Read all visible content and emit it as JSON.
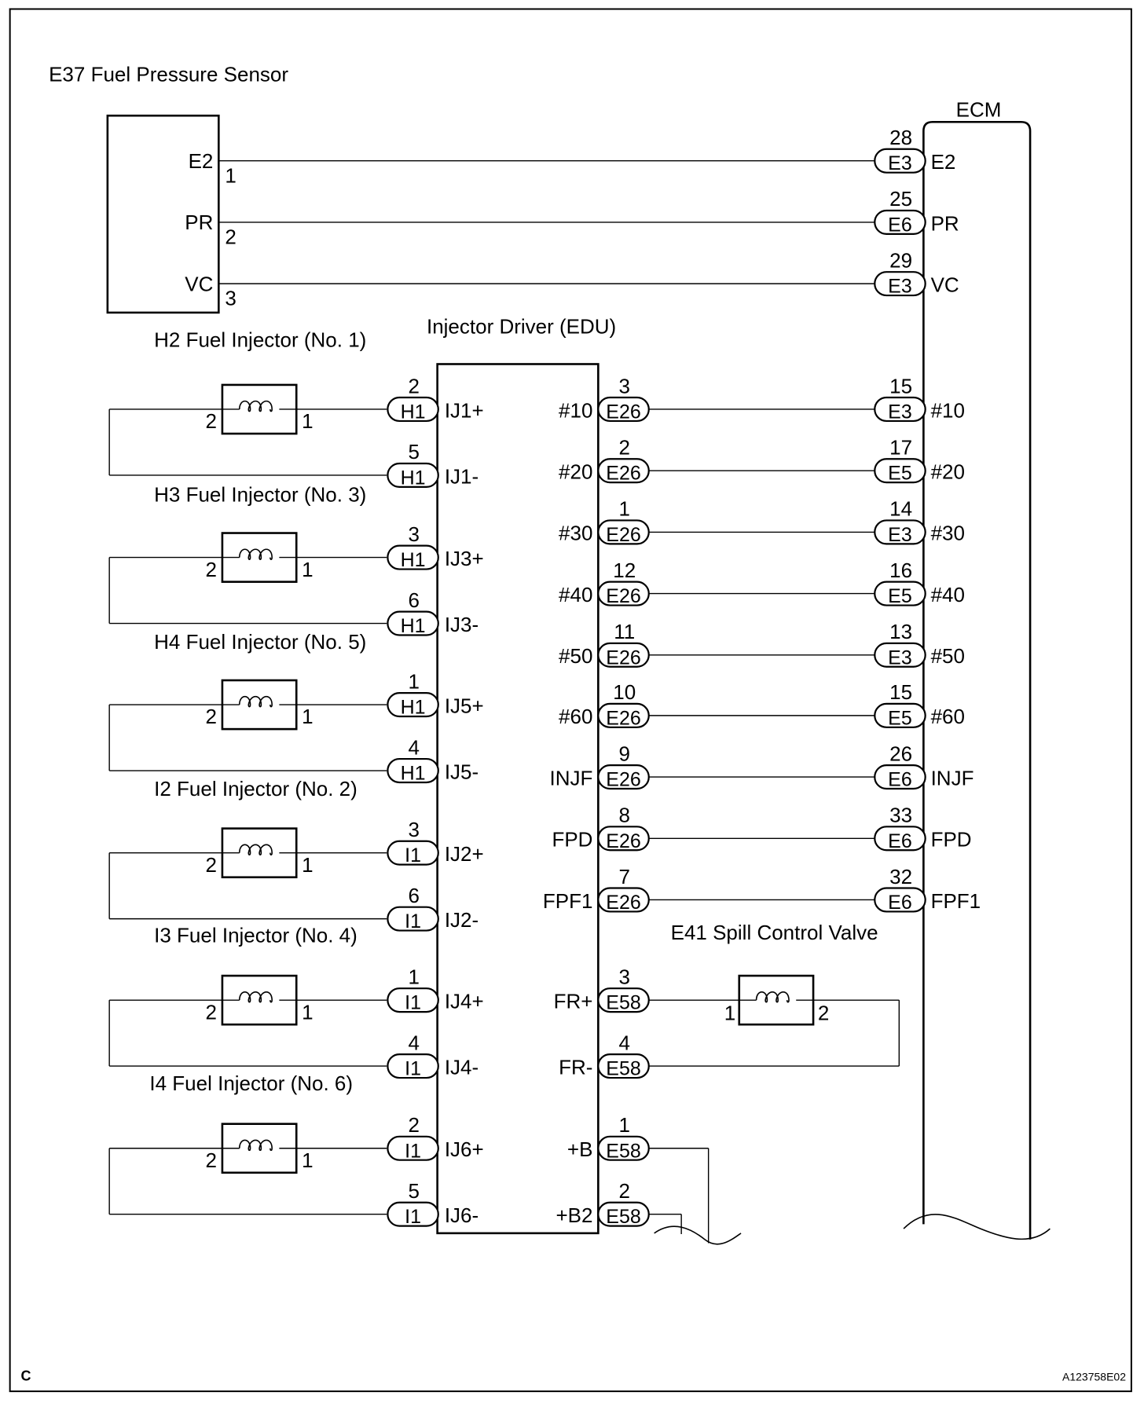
{
  "diagram": {
    "ecm_label": "ECM",
    "edu_label": "Injector Driver (EDU)",
    "sensor": {
      "title": "E37 Fuel Pressure Sensor",
      "pins": [
        {
          "name": "E2",
          "num": "1"
        },
        {
          "name": "PR",
          "num": "2"
        },
        {
          "name": "VC",
          "num": "3"
        }
      ]
    },
    "sensor_to_ecm": [
      {
        "ecm_pin": "28",
        "connector": "E3",
        "terminal": "E2"
      },
      {
        "ecm_pin": "25",
        "connector": "E6",
        "terminal": "PR"
      },
      {
        "ecm_pin": "29",
        "connector": "E3",
        "terminal": "VC"
      }
    ],
    "injectors": [
      {
        "title": "H2 Fuel Injector (No. 1)",
        "coil_left": "2",
        "coil_right": "1",
        "plus": {
          "pin": "2",
          "connector": "H1",
          "terminal": "IJ1+"
        },
        "minus": {
          "pin": "5",
          "connector": "H1",
          "terminal": "IJ1-"
        }
      },
      {
        "title": "H3 Fuel Injector (No. 3)",
        "coil_left": "2",
        "coil_right": "1",
        "plus": {
          "pin": "3",
          "connector": "H1",
          "terminal": "IJ3+"
        },
        "minus": {
          "pin": "6",
          "connector": "H1",
          "terminal": "IJ3-"
        }
      },
      {
        "title": "H4 Fuel Injector (No. 5)",
        "coil_left": "2",
        "coil_right": "1",
        "plus": {
          "pin": "1",
          "connector": "H1",
          "terminal": "IJ5+"
        },
        "minus": {
          "pin": "4",
          "connector": "H1",
          "terminal": "IJ5-"
        }
      },
      {
        "title": "I2 Fuel Injector (No. 2)",
        "coil_left": "2",
        "coil_right": "1",
        "plus": {
          "pin": "3",
          "connector": "I1",
          "terminal": "IJ2+"
        },
        "minus": {
          "pin": "6",
          "connector": "I1",
          "terminal": "IJ2-"
        }
      },
      {
        "title": "I3 Fuel Injector (No. 4)",
        "coil_left": "2",
        "coil_right": "1",
        "plus": {
          "pin": "1",
          "connector": "I1",
          "terminal": "IJ4+"
        },
        "minus": {
          "pin": "4",
          "connector": "I1",
          "terminal": "IJ4-"
        }
      },
      {
        "title": "I4 Fuel Injector (No. 6)",
        "coil_left": "2",
        "coil_right": "1",
        "plus": {
          "pin": "2",
          "connector": "I1",
          "terminal": "IJ6+"
        },
        "minus": {
          "pin": "5",
          "connector": "I1",
          "terminal": "IJ6-"
        }
      }
    ],
    "edu_to_ecm": [
      {
        "signal": "#10",
        "edu_pin": "3",
        "edu_conn": "E26",
        "ecm_pin": "15",
        "ecm_conn": "E3",
        "ecm_term": "#10"
      },
      {
        "signal": "#20",
        "edu_pin": "2",
        "edu_conn": "E26",
        "ecm_pin": "17",
        "ecm_conn": "E5",
        "ecm_term": "#20"
      },
      {
        "signal": "#30",
        "edu_pin": "1",
        "edu_conn": "E26",
        "ecm_pin": "14",
        "ecm_conn": "E3",
        "ecm_term": "#30"
      },
      {
        "signal": "#40",
        "edu_pin": "12",
        "edu_conn": "E26",
        "ecm_pin": "16",
        "ecm_conn": "E5",
        "ecm_term": "#40"
      },
      {
        "signal": "#50",
        "edu_pin": "11",
        "edu_conn": "E26",
        "ecm_pin": "13",
        "ecm_conn": "E3",
        "ecm_term": "#50"
      },
      {
        "signal": "#60",
        "edu_pin": "10",
        "edu_conn": "E26",
        "ecm_pin": "15",
        "ecm_conn": "E5",
        "ecm_term": "#60"
      },
      {
        "signal": "INJF",
        "edu_pin": "9",
        "edu_conn": "E26",
        "ecm_pin": "26",
        "ecm_conn": "E6",
        "ecm_term": "INJF"
      },
      {
        "signal": "FPD",
        "edu_pin": "8",
        "edu_conn": "E26",
        "ecm_pin": "33",
        "ecm_conn": "E6",
        "ecm_term": "FPD"
      },
      {
        "signal": "FPF1",
        "edu_pin": "7",
        "edu_conn": "E26",
        "ecm_pin": "32",
        "ecm_conn": "E6",
        "ecm_term": "FPF1"
      }
    ],
    "spill_valve": {
      "title": "E41 Spill Control Valve",
      "coil_left": "1",
      "coil_right": "2",
      "plus": {
        "signal": "FR+",
        "pin": "3",
        "connector": "E58"
      },
      "minus": {
        "signal": "FR-",
        "pin": "4",
        "connector": "E58"
      }
    },
    "power": [
      {
        "signal": "+B",
        "pin": "1",
        "connector": "E58"
      },
      {
        "signal": "+B2",
        "pin": "2",
        "connector": "E58"
      }
    ],
    "corner_left": "C",
    "figure_code": "A123758E02"
  }
}
